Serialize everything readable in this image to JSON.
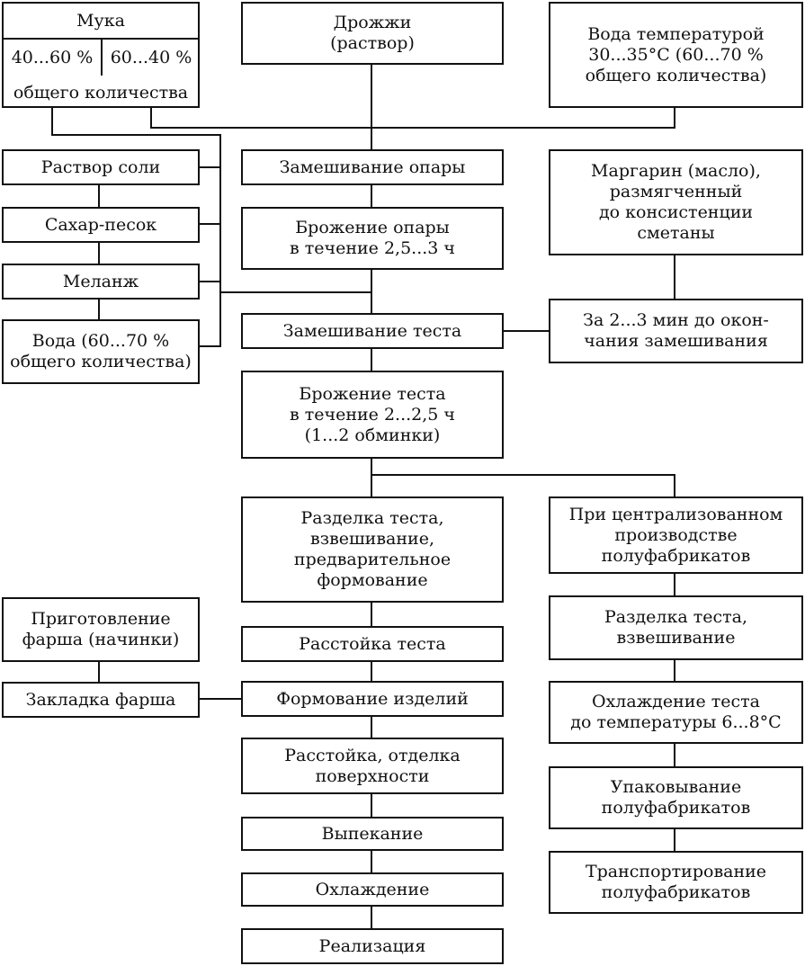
{
  "flour": {
    "title": "Мука",
    "part_a": "40...60 %",
    "part_b": "60...40 %",
    "note": "общего количества"
  },
  "yeast": [
    "Дрожжи",
    "(раствор)"
  ],
  "water_top": [
    "Вода температурой",
    "30...35°С (60...70 %",
    "общего количества)"
  ],
  "salt": "Раствор соли",
  "sugar": "Сахар-песок",
  "melange": "Меланж",
  "water_left": [
    "Вода (60...70 %",
    "общего количества)"
  ],
  "sponge_mix": "Замешивание опары",
  "sponge_ferment": [
    "Брожение опары",
    "в течение 2,5...3 ч"
  ],
  "margarine": [
    "Маргарин (масло),",
    "размягченный",
    "до консистенции",
    "сметаны"
  ],
  "dough_mix": "Замешивание теста",
  "margarine_time": [
    "За 2...3 мин до окон-",
    "чания замешивания"
  ],
  "dough_ferment": [
    "Брожение теста",
    "в течение 2...2,5 ч",
    "(1...2 обминки)"
  ],
  "dividing": [
    "Разделка теста,",
    "взвешивание,",
    "предварительное",
    "формование"
  ],
  "centralized": [
    "При централизованном",
    "производстве",
    "полуфабрикатов"
  ],
  "filling_prep": [
    "Приготовление",
    "фарша (начинки)"
  ],
  "proofing": "Расстойка теста",
  "dividing2": [
    "Разделка теста,",
    "взвешивание"
  ],
  "filling_add": "Закладка фарша",
  "shaping": "Формование изделий",
  "cooling_dough": [
    "Охлаждение теста",
    "до температуры 6...8°С"
  ],
  "final_proof": [
    "Расстойка, отделка",
    "поверхности"
  ],
  "packing": [
    "Упаковывание",
    "полуфабрикатов"
  ],
  "baking": "Выпекание",
  "transport": [
    "Транспортирование",
    "полуфабрикатов"
  ],
  "cooling": "Охлаждение",
  "sale": "Реализация"
}
